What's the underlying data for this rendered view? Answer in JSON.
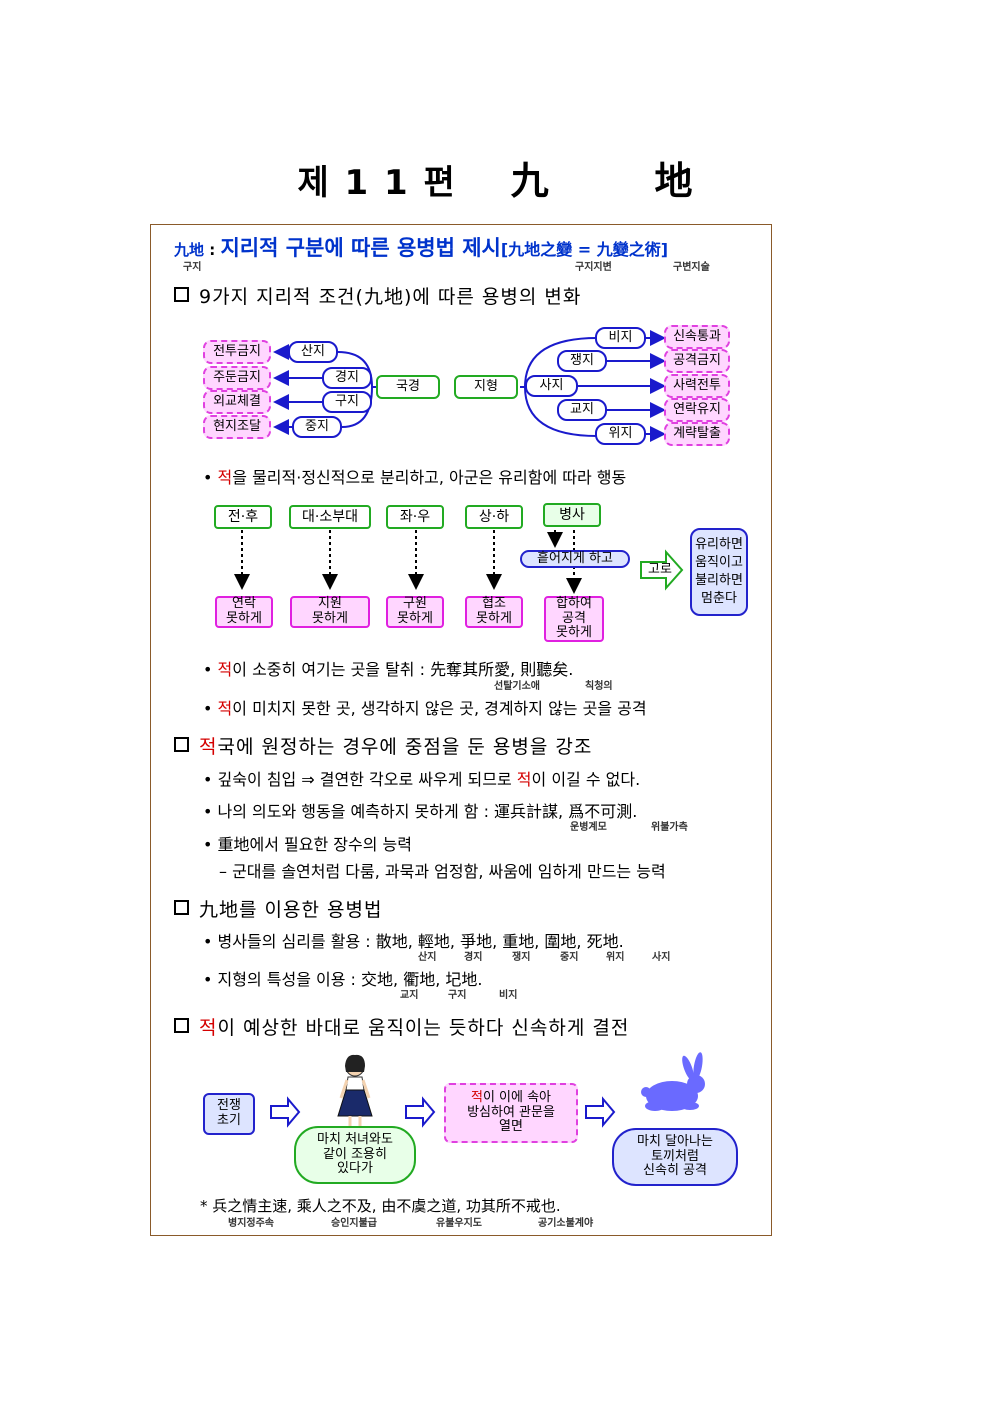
{
  "title": {
    "prefix": "제 1 1 편",
    "hanja1": "九",
    "hanja2": "地"
  },
  "intro": {
    "term": "九地",
    "term_reading": "구지",
    "colon": " : ",
    "desc": "지리적 구분에 따른 용병법 제시",
    "bracket": "[九地之變 = 九變之術]",
    "reading1": "구지지변",
    "reading2": "구변지술"
  },
  "sec1": {
    "heading": "9가지 지리적 조건(九地)에 따른 용병의 변화",
    "left_targets": [
      "전투금지",
      "주둔금지",
      "외교체결",
      "현지조달"
    ],
    "left_sources": [
      "산지",
      "경지",
      "구지",
      "중지"
    ],
    "center": [
      "국경",
      "지형"
    ],
    "right_sources": [
      "비지",
      "쟁지",
      "사지",
      "교지",
      "위지"
    ],
    "right_targets": [
      "신속통과",
      "공격금지",
      "사력전투",
      "연락유지",
      "계략탈출"
    ],
    "bullet1_red": "적",
    "bullet1_text": "을 물리적·정신적으로 분리하고, 아군은 유리함에 따라 행동",
    "top_boxes": [
      "전·후",
      "대·소부대",
      "좌·우",
      "상·하",
      "병사"
    ],
    "bottom_boxes": [
      "연락\n못하게",
      "지원\n못하게",
      "구원\n못하게",
      "협조\n못하게",
      "합하여\n공격\n못하게"
    ],
    "scatter_box": "흩어지게 하고",
    "arrow_label": "고로",
    "result_box": "유리하면\n움직이고\n불리하면\n멈춘다",
    "bullet2_red": "적",
    "bullet2_text": "이 소중히 여기는 곳을 탈취 : 先奪其所愛, 則聽矣.",
    "bullet2_r1": "선탈기소애",
    "bullet2_r2": "칙청의",
    "bullet3_red": "적",
    "bullet3_text": "이 미치지 못한 곳, 생각하지 않은 곳, 경계하지 않는 곳을 공격"
  },
  "sec2": {
    "heading_red": "적",
    "heading": "국에 원정하는 경우에 중점을 둔 용병을 강조",
    "b1a": "깊숙이 침입 ⇒ 결연한 각오로 싸우게 되므로 ",
    "b1_red": "적",
    "b1b": "이 이길 수 없다.",
    "b2": "나의 의도와 행동을 예측하지 못하게 함 : 運兵計謀, 爲不可測.",
    "b2_r1": "운병계모",
    "b2_r2": "위불가측",
    "b3": "重地에서 필요한 장수의 능력",
    "b3_sub": "– 군대를 솔연처럼 다룸, 과묵과 엄정함, 싸움에 임하게 만드는 능력"
  },
  "sec3": {
    "heading": "九地를 이용한 용병법",
    "b1": "병사들의 심리를 활용 : 散地, 輕地, 爭地, 重地, 圍地, 死地.",
    "b1_readings": [
      "산지",
      "경지",
      "쟁지",
      "중지",
      "위지",
      "사지"
    ],
    "b2": "지형의 특성을 이용 : 交地, 衢地, 圮地.",
    "b2_readings": [
      "교지",
      "구지",
      "비지"
    ]
  },
  "sec4": {
    "heading_red": "적",
    "heading": "이 예상한 바대로 움직이는 듯하다 신속하게 결전",
    "box1": "전쟁\n초기",
    "box2": "마치 처녀와도\n같이 조용히\n있다가",
    "box3_red": "적",
    "box3": "이 이에 속아\n방심하여 관문을\n열면",
    "box4": "마치 달아나는\n토끼처럼\n신속히 공격",
    "quote": "* 兵之情主速, 乘人之不及, 由不虞之道, 功其所不戒也.",
    "quote_readings": [
      "병지정주속",
      "승인지불급",
      "유불우지도",
      "공기소불계야"
    ]
  },
  "colors": {
    "accent_blue": "#0033cc",
    "accent_red": "#d40000",
    "frame": "#8a5a2a",
    "pink": "#ffd6ff",
    "green": "#22aa22"
  }
}
